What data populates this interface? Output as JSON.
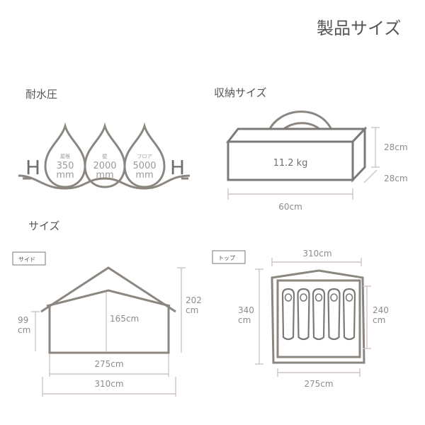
{
  "page_title": "製品サイズ",
  "water": {
    "heading": "耐水圧",
    "h_left": "H",
    "h_right": "H",
    "drops": [
      {
        "label": "屋根",
        "value": "350",
        "unit": "mm"
      },
      {
        "label": "壁",
        "value": "2000",
        "unit": "mm"
      },
      {
        "label": "フロア",
        "value": "5000",
        "unit": "mm"
      }
    ]
  },
  "storage": {
    "heading": "収納サイズ",
    "weight": "11.2 kg",
    "height": "28cm",
    "depth": "28cm",
    "width": "60cm"
  },
  "size": {
    "heading": "サイズ",
    "side": {
      "tag": "サイド",
      "wall_height_value": "99",
      "wall_height_unit": "cm",
      "inner_height": "165cm",
      "total_height_value": "202",
      "total_height_unit": "cm",
      "inner_width": "275cm",
      "total_width": "310cm"
    },
    "top": {
      "tag": "トップ",
      "total_width": "310cm",
      "total_depth_value": "340",
      "total_depth_unit": "cm",
      "inner_depth_value": "240",
      "inner_depth_unit": "cm",
      "inner_width": "275cm",
      "sleeping_bags": 5
    }
  },
  "colors": {
    "text": "#555555",
    "dimension_line": "#cfc3c8",
    "outline": "#8b8680"
  }
}
